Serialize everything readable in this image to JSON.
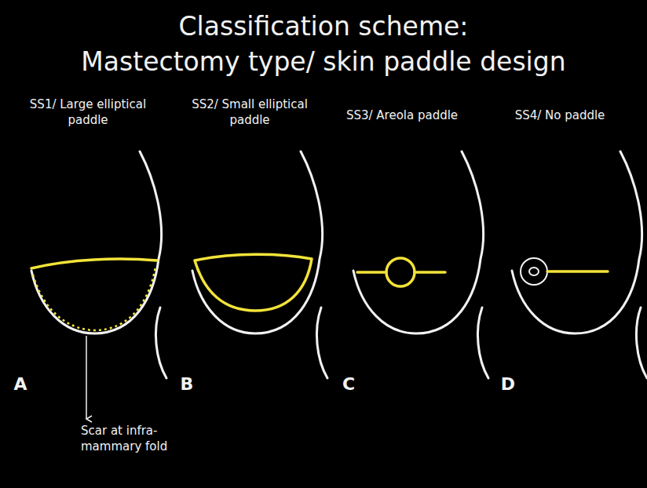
{
  "diagram": {
    "title": "Classification scheme: Mastectomy type/ skin paddle design",
    "labels": [
      "SS1/ Large elliptical paddle",
      "SS2/ Small elliptical paddle",
      "SS3/ Areola paddle",
      "SS4/ No paddle",
      "A",
      "B",
      "C",
      "D",
      "Scar at infra- mammary fold"
    ]
  }
}
